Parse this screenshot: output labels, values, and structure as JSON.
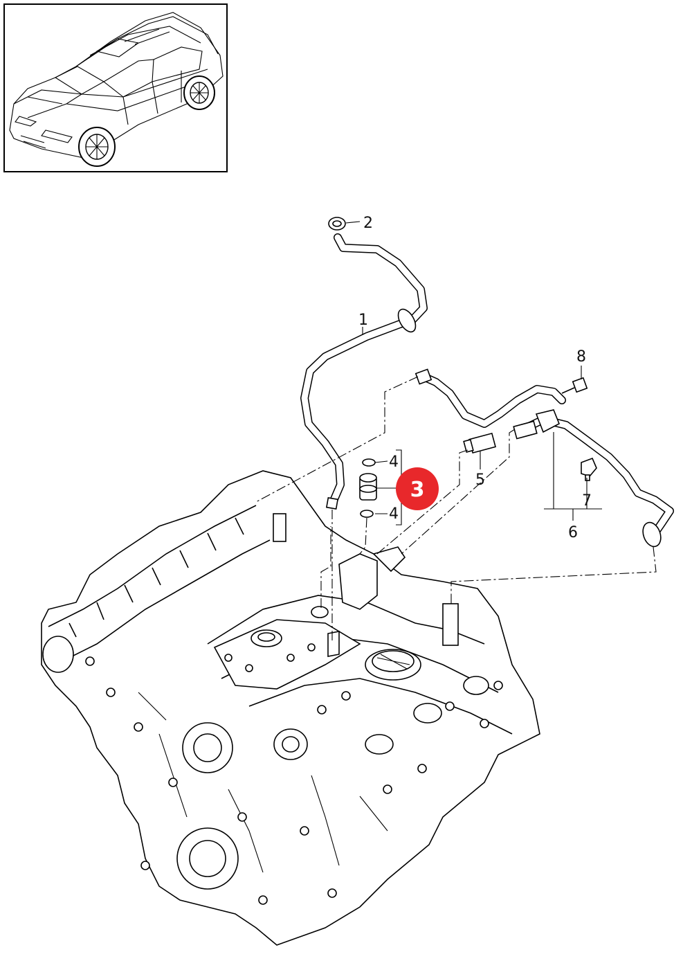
{
  "diagram": {
    "callouts": [
      {
        "id": "c1",
        "label": "1"
      },
      {
        "id": "c2",
        "label": "2"
      },
      {
        "id": "c4a",
        "label": "4"
      },
      {
        "id": "c4b",
        "label": "4"
      },
      {
        "id": "c5",
        "label": "5"
      },
      {
        "id": "c6",
        "label": "6"
      },
      {
        "id": "c7",
        "label": "7"
      },
      {
        "id": "c8",
        "label": "8"
      }
    ],
    "highlight": {
      "label": "3",
      "color": "#e8282b"
    }
  }
}
